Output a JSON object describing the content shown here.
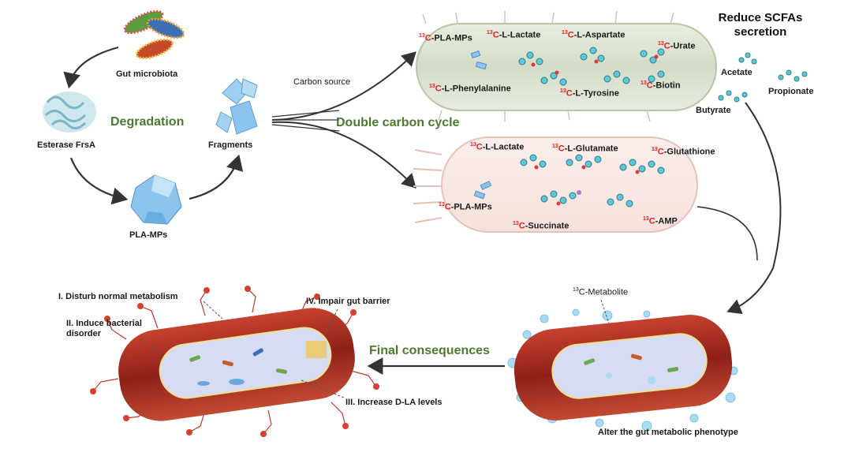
{
  "cycle": {
    "gut_microbiota": "Gut microbiota",
    "esterase": "Esterase FrsA",
    "fragments": "Fragments",
    "pla_mps": "PLA-MPs",
    "degradation": "Degradation"
  },
  "carbon_source": "Carbon source",
  "double_carbon_cycle": "Double carbon cycle",
  "iso_prefix": "13",
  "iso_letter": "C",
  "upper_bacterium": {
    "pla_mps": "-PLA-MPs",
    "l_lactate": "-L-Lactate",
    "l_aspartate": "-L-Aspartate",
    "urate": "-Urate",
    "l_phenylalanine": "-L-Phenylalanine",
    "l_tyrosine": "-L-Tyrosine",
    "biotin": "-Biotin"
  },
  "scfa": {
    "title": "Reduce SCFAs secretion",
    "acetate": "Acetate",
    "propionate": "Propionate",
    "butyrate": "Butyrate"
  },
  "lower_bacterium": {
    "l_lactate": "-L-Lactate",
    "l_glutamate": "-L-Glutamate",
    "glutathione": "-Glutathione",
    "pla_mps": "-PLA-MPs",
    "succinate": "-Succinate",
    "amp": "-AMP"
  },
  "consequences": {
    "final": "Final consequences",
    "i": "I. Disturb normal metabolism",
    "ii": "II. Induce bacterial disorder",
    "iii": "III. Increase D-LA levels",
    "iv": "IV. Impair gut barrier",
    "metabolite_prefix": "13",
    "metabolite": "C-Metabolite",
    "alter": "Alter the gut metabolic phenotype"
  },
  "colors": {
    "green_title": "#4a7a2e",
    "isotope_red": "#e02020",
    "gut_red": "#b5302a",
    "plastic_blue": "#8cc4ec"
  }
}
